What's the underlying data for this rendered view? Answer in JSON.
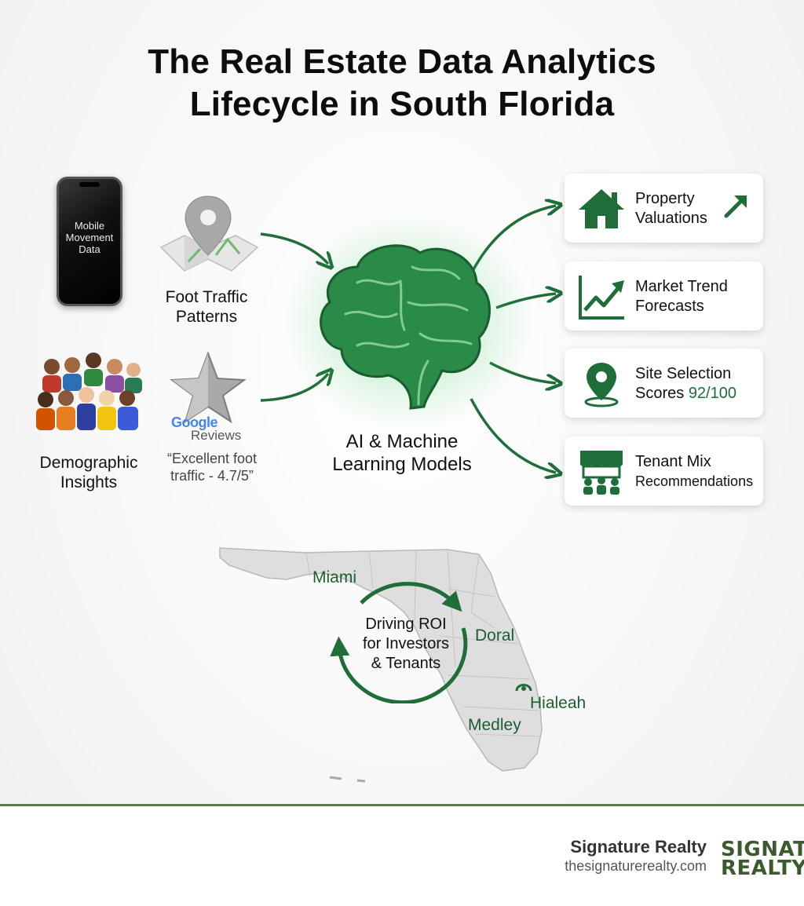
{
  "title": {
    "line1": "The Real Estate Data Analytics",
    "line2": "Lifecycle in South Florida"
  },
  "inputs": {
    "mobile": "Mobile Movement Data",
    "foot_traffic": {
      "line1": "Foot Traffic",
      "line2": "Patterns"
    },
    "demographic": {
      "line1": "Demographic",
      "line2": "Insights"
    },
    "reviews": {
      "brand": "Google",
      "label": "Reviews",
      "quote_line1": "“Excellent foot",
      "quote_line2": "traffic - 4.7/5”"
    }
  },
  "core": {
    "line1": "AI & Machine",
    "line2": "Learning Models"
  },
  "outputs": [
    {
      "line1": "Property",
      "line2": "Valuations",
      "icon": "house-icon"
    },
    {
      "line1": "Market Trend",
      "line2": "Forecasts",
      "icon": "trend-chart-icon"
    },
    {
      "line1": "Site Selection",
      "line2_prefix": "Scores ",
      "line2_value": "92/100",
      "icon": "location-pin-icon"
    },
    {
      "line1": "Tenant Mix",
      "line2": "Recommendations",
      "icon": "storefront-icon"
    }
  ],
  "map": {
    "cities": [
      "Miami",
      "Doral",
      "Hialeah",
      "Medley"
    ],
    "cycle": {
      "line1": "Driving ROI",
      "line2": "for Investors",
      "line3": "& Tenants"
    }
  },
  "footer": {
    "brand": "Signature Realty",
    "url": "thesignaturerealty.com",
    "logo_line1": "SIGNATU",
    "logo_line2": "REALTY"
  },
  "colors": {
    "accent_green": "#1f6e3a",
    "divider": "#5b7a4f"
  }
}
